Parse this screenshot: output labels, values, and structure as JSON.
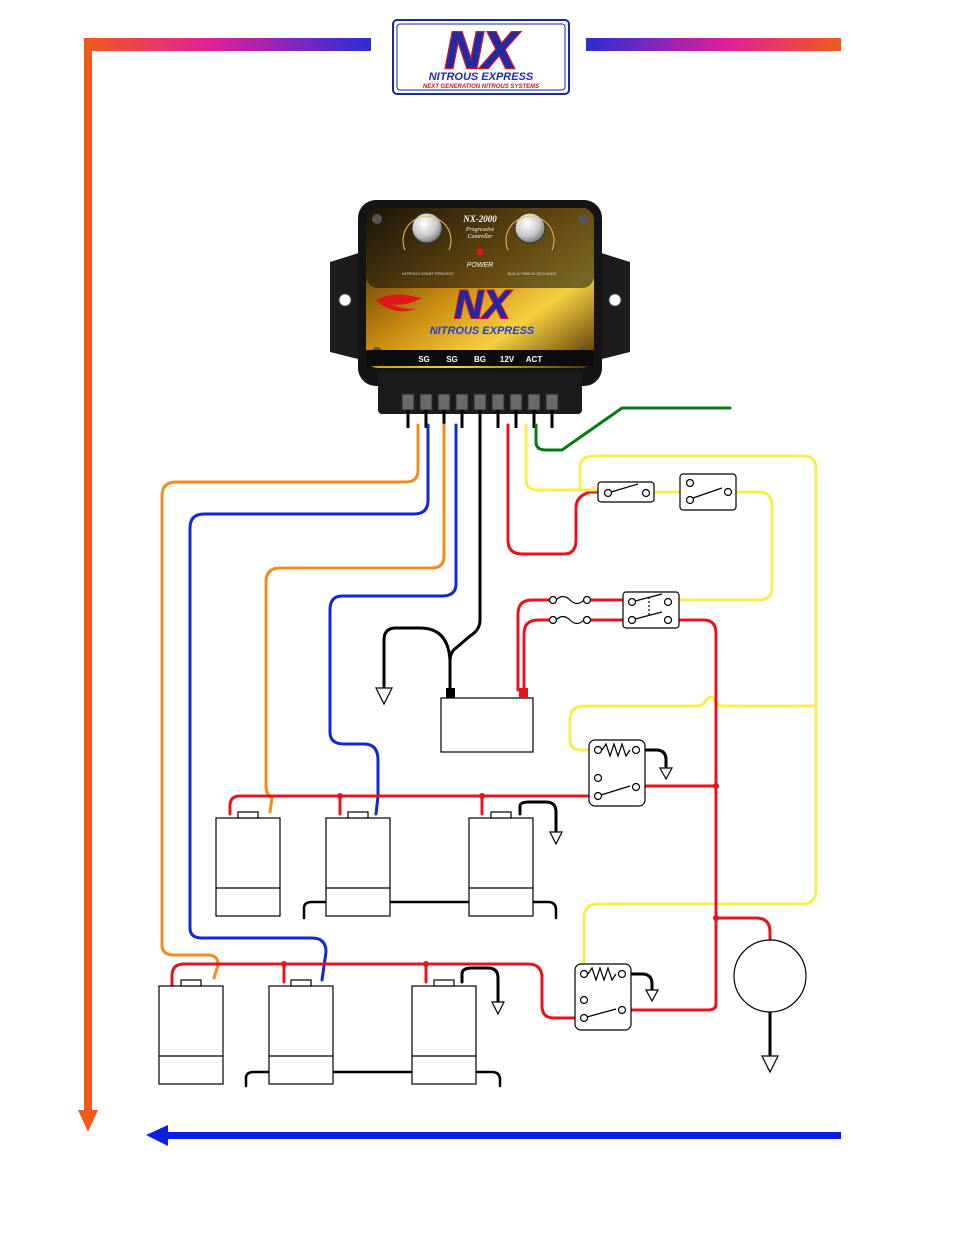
{
  "logo": {
    "text": "NX",
    "line1": "NITROUS EXPRESS",
    "line2": "NEXT GENERATION NITROUS SYSTEMS"
  },
  "controller": {
    "model": "NX-2000",
    "subtitle_1": "Progressive",
    "subtitle_2": "Controller",
    "power_label": "POWER",
    "brand": "NITROUS EXPRESS",
    "knob_left_caption": "NITROUS START PERCENT",
    "knob_right_caption": "BUILD TIME IN SECONDS",
    "terminals": [
      "SG",
      "SG",
      "BG",
      "12V",
      "ACT"
    ]
  },
  "colors": {
    "frame_accent": "#f25a1a",
    "return_arrow": "#0a1ee6",
    "wire_orange": "#f28c1e",
    "wire_blue": "#1428d2",
    "wire_black": "#000000",
    "wire_red": "#e5141e",
    "wire_yellow": "#f5f050",
    "wire_green": "#0a7814"
  }
}
